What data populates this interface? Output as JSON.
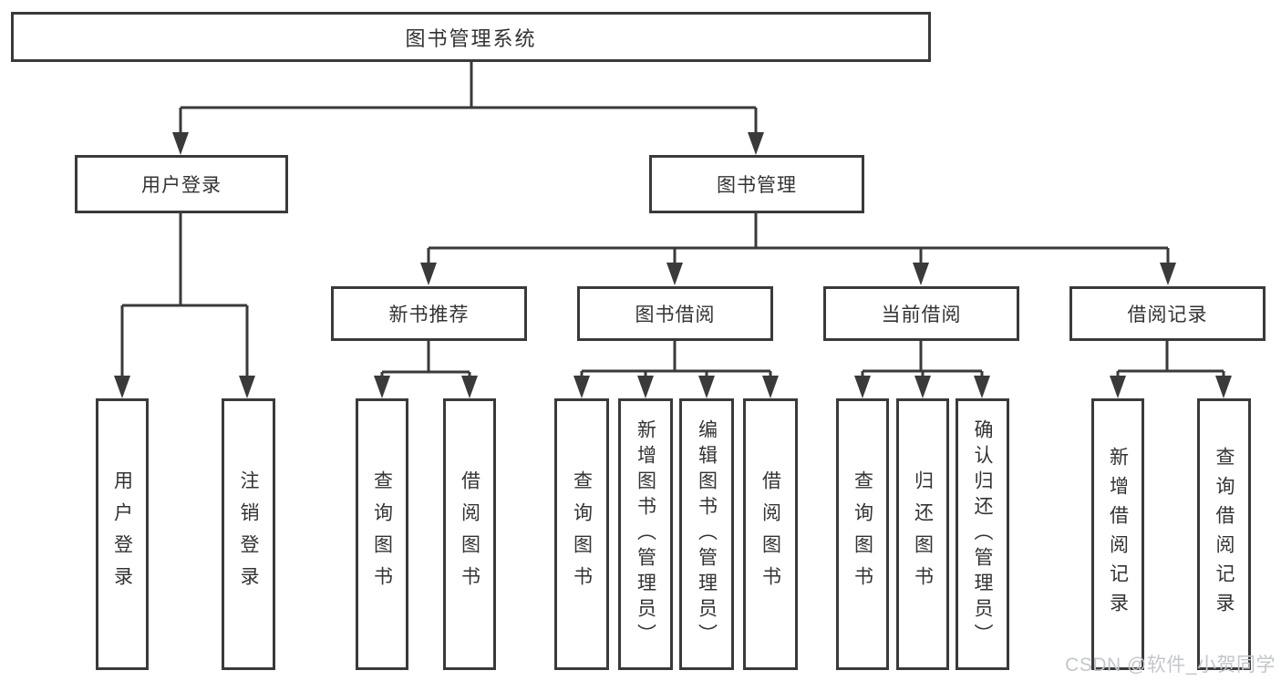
{
  "diagram": {
    "watermark": "CSDN @软件_小贺同学",
    "colors": {
      "line": "#3a3a3a",
      "text": "#333333",
      "box_bg": "#ffffff",
      "watermark": "#c3c6cb"
    },
    "nodes": {
      "root": {
        "label": "图书管理系统"
      },
      "user_login": {
        "label": "用户登录"
      },
      "book_mgmt": {
        "label": "图书管理"
      },
      "new_book_rec": {
        "label": "新书推荐"
      },
      "book_borrow": {
        "label": "图书借阅"
      },
      "current_borrow": {
        "label": "当前借阅"
      },
      "borrow_records": {
        "label": "借阅记录"
      },
      "login": {
        "label": "用户登录"
      },
      "logout": {
        "label": "注销登录"
      },
      "rec_query_books": {
        "label": "查询图书"
      },
      "rec_borrow_books": {
        "label": "借阅图书"
      },
      "bb_query_books": {
        "label": "查询图书"
      },
      "bb_add_books": {
        "label": "新增图书（管理员）"
      },
      "bb_edit_books": {
        "label": "编辑图书（管理员）"
      },
      "bb_borrow_books": {
        "label": "借阅图书"
      },
      "cb_query_books": {
        "label": "查询图书"
      },
      "cb_return_books": {
        "label": "归还图书"
      },
      "cb_confirm_return": {
        "label": "确认归还（管理员）"
      },
      "br_add_record": {
        "label": "新增借阅记录"
      },
      "br_query_record": {
        "label": "查询借阅记录"
      }
    },
    "structure": [
      {
        "parent": "图书管理系统",
        "children": [
          "用户登录",
          "图书管理"
        ]
      },
      {
        "parent": "用户登录",
        "children": [
          "用户登录",
          "注销登录"
        ]
      },
      {
        "parent": "图书管理",
        "children": [
          "新书推荐",
          "图书借阅",
          "当前借阅",
          "借阅记录"
        ]
      },
      {
        "parent": "新书推荐",
        "children": [
          "查询图书",
          "借阅图书"
        ]
      },
      {
        "parent": "图书借阅",
        "children": [
          "查询图书",
          "新增图书（管理员）",
          "编辑图书（管理员）",
          "借阅图书"
        ]
      },
      {
        "parent": "当前借阅",
        "children": [
          "查询图书",
          "归还图书",
          "确认归还（管理员）"
        ]
      },
      {
        "parent": "借阅记录",
        "children": [
          "新增借阅记录",
          "查询借阅记录"
        ]
      }
    ]
  }
}
